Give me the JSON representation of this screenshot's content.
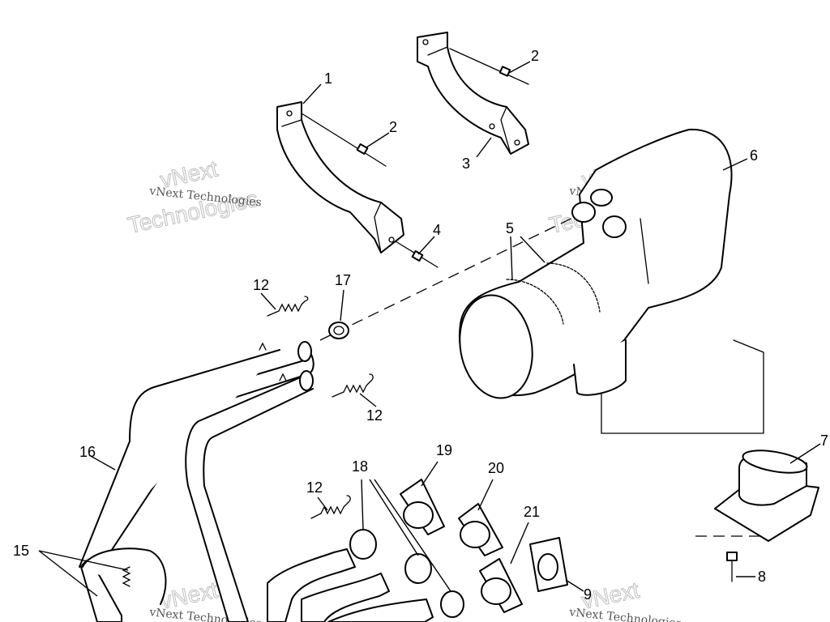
{
  "callouts": {
    "c1": "1",
    "c2a": "2",
    "c2b": "2",
    "c3": "3",
    "c4": "4",
    "c5": "5",
    "c6": "6",
    "c7": "7",
    "c8": "8",
    "c9": "9",
    "c12a": "12",
    "c12b": "12",
    "c12c": "12",
    "c15": "15",
    "c16": "16",
    "c17": "17",
    "c18": "18",
    "c19": "19",
    "c20": "20",
    "c21": "21"
  },
  "watermark": {
    "line1": "vNext",
    "line2": "Technologies",
    "small": "vNext Technologies"
  }
}
